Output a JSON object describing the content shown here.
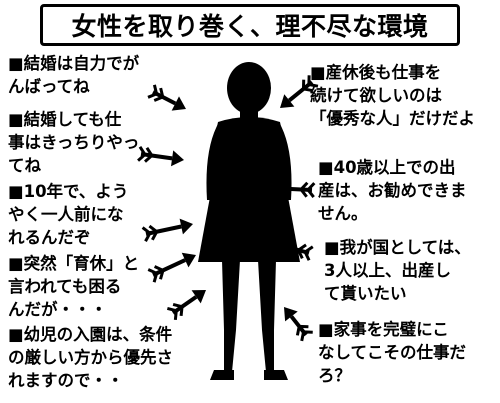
{
  "title": "女性を取り巻く、理不尽な環境",
  "colors": {
    "ink": "#000000",
    "paper": "#ffffff"
  },
  "left_messages": [
    {
      "lines": [
        "■結婚は自力でが",
        "んばってね"
      ]
    },
    {
      "lines": [
        "■結婚しても仕",
        "事はきっちりやっ",
        "てね"
      ]
    },
    {
      "lines": [
        "■10年で、よう",
        "やく一人前にな",
        "れるんだぞ"
      ]
    },
    {
      "lines": [
        "■突然「育休」と",
        "言われても困る",
        "んだが・・・"
      ]
    },
    {
      "lines": [
        "■幼児の入園は、条件",
        "の厳しい方から優先さ",
        "れますので・・"
      ]
    }
  ],
  "right_messages": [
    {
      "lines": [
        "■産休後も仕事を",
        "続けて欲しいのは",
        "「優秀な人」だけだよ"
      ]
    },
    {
      "lines": [
        "■40歳以上での出",
        "産は、お勧めできま",
        "せん。"
      ]
    },
    {
      "lines": [
        "■我が国としては、",
        "3人以上、出産し",
        "て貰いたい"
      ]
    },
    {
      "lines": [
        "■家事を完璧にこ",
        "なしてこその仕事だ",
        "ろ？"
      ]
    }
  ]
}
